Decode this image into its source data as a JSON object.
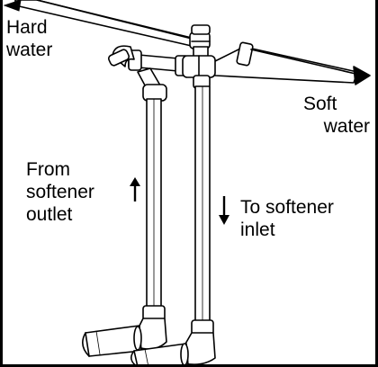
{
  "labels": {
    "hard_water": [
      "Hard",
      "water"
    ],
    "soft_water": [
      "Soft",
      "water"
    ],
    "from_softener_outlet": [
      "From",
      "softener",
      "outlet"
    ],
    "to_softener_inlet": [
      "To softener",
      "inlet"
    ]
  },
  "colors": {
    "line": "#000000",
    "pipe_fill": "#ffffff",
    "background": "#ffffff"
  }
}
